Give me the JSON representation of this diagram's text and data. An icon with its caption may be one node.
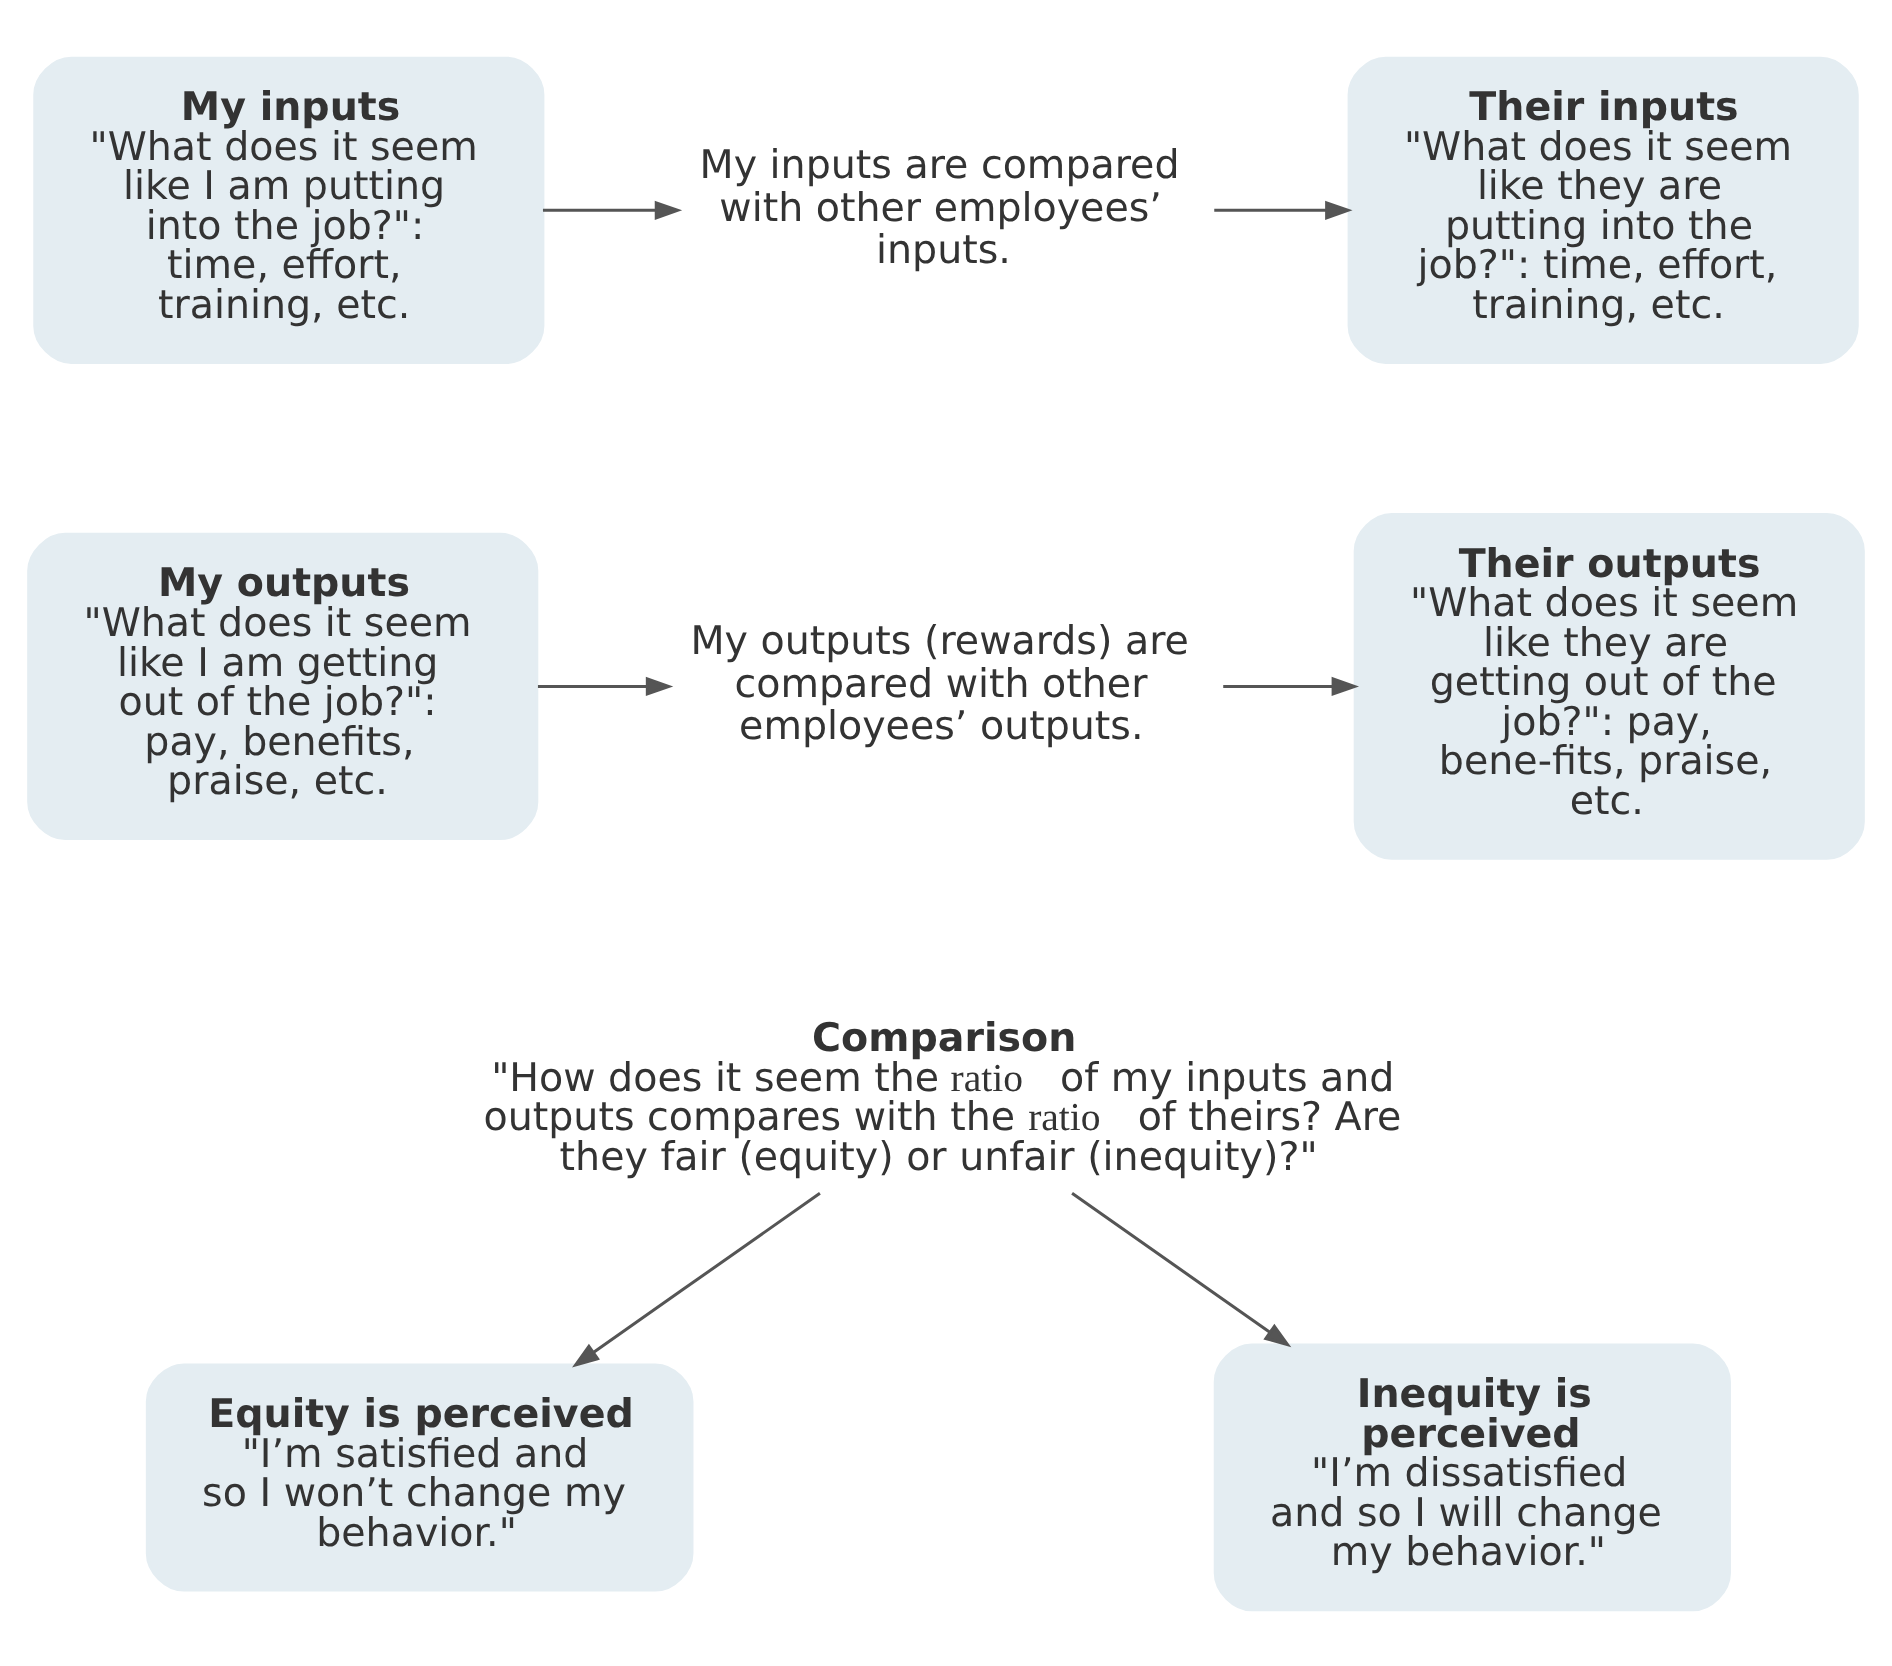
{
  "diagram": {
    "nodes": [
      {
        "text": [
          "My inputs",
          "\"What does it seem like I am putting into the job?\": time, effort, training, etc."
        ]
      },
      {
        "text": [
          "My inputs are compared with other employees’ inputs."
        ]
      },
      {
        "text": [
          "Their inputs",
          "\"What does it seem like they are putting into the job?\": time, effort, training, etc."
        ]
      },
      {
        "text": [
          "My outputs",
          "\"What does it seem like I am getting out of the job?\": pay, benefits, praise, etc."
        ]
      },
      {
        "text": [
          "My outputs (rewards) are compared with other employees’ outputs."
        ]
      },
      {
        "text": [
          "Their outputs",
          "\"What does it seem like they are getting out of the job?\": pay, bene-fits, praise, etc."
        ]
      },
      {
        "text": [
          "Comparison",
          "\"How does it seem the *ratio* of my inputs and outputs compares with the *ratio* of theirs? Are they fair (equity) or unfair (inequity)?\""
        ]
      },
      {
        "text": [
          "Equity is perceived",
          "\"I’m satisfied and so I won’t change my behavior.\""
        ]
      },
      {
        "text": [
          "Inequity is perceived",
          "\"I’m dissatisfied and so I will change my behavior.\""
        ]
      }
    ],
    "edges": [
      {
        "from": 0,
        "to": 1,
        "arrow": "to"
      },
      {
        "from": 1,
        "to": 2,
        "arrow": "to"
      },
      {
        "from": 3,
        "to": 4,
        "arrow": "to"
      },
      {
        "from": 4,
        "to": 5,
        "arrow": "to"
      },
      {
        "from": 6,
        "to": 7,
        "arrow": "to"
      },
      {
        "from": 6,
        "to": 8,
        "arrow": "to"
      }
    ]
  }
}
